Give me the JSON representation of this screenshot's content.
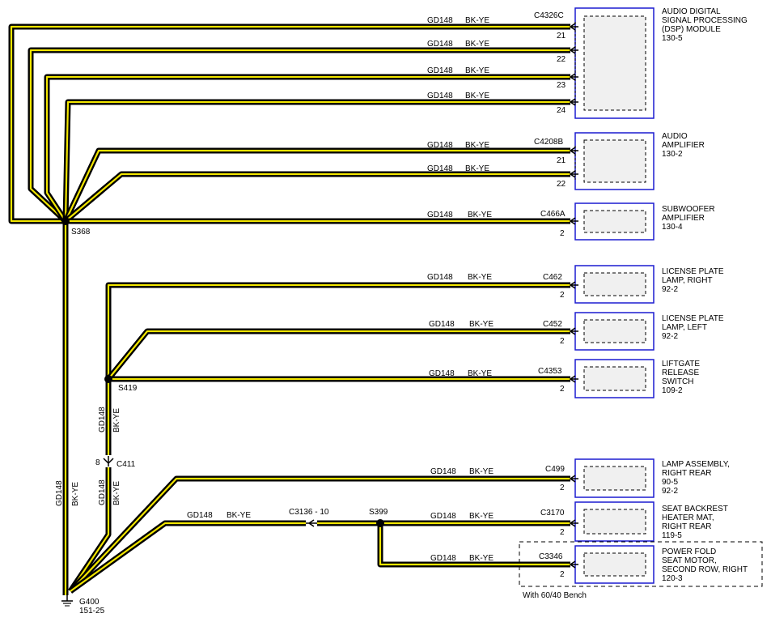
{
  "wire": {
    "circuit": "GD148",
    "color": "BK-YE",
    "outer_color": "#000000",
    "inner_color": "#f2e600"
  },
  "components": [
    {
      "id": "dsp",
      "lines": [
        "AUDIO DIGITAL",
        "SIGNAL PROCESSING",
        "(DSP) MODULE",
        "130-5"
      ],
      "connector": "C4326C",
      "pins": [
        "21",
        "22",
        "23",
        "24"
      ]
    },
    {
      "id": "amp",
      "lines": [
        "AUDIO",
        "AMPLIFIER",
        "130-2"
      ],
      "connector": "C4208B",
      "pins": [
        "21",
        "22"
      ]
    },
    {
      "id": "subwoofer",
      "lines": [
        "SUBWOOFER",
        "AMPLIFIER",
        "130-4"
      ],
      "connector": "C466A",
      "pins": [
        "2"
      ]
    },
    {
      "id": "lic-right",
      "lines": [
        "LICENSE PLATE",
        "LAMP, RIGHT",
        "92-2"
      ],
      "connector": "C462",
      "pins": [
        "2"
      ]
    },
    {
      "id": "lic-left",
      "lines": [
        "LICENSE PLATE",
        "LAMP, LEFT",
        "92-2"
      ],
      "connector": "C452",
      "pins": [
        "2"
      ]
    },
    {
      "id": "liftgate",
      "lines": [
        "LIFTGATE",
        "RELEASE",
        "SWITCH",
        "109-2"
      ],
      "connector": "C4353",
      "pins": [
        "2"
      ]
    },
    {
      "id": "lamp-rr",
      "lines": [
        "LAMP ASSEMBLY,",
        "RIGHT REAR",
        "90-5",
        "92-2"
      ],
      "connector": "C499",
      "pins": [
        "2"
      ]
    },
    {
      "id": "seat-heat",
      "lines": [
        "SEAT BACKREST",
        "HEATER MAT,",
        "RIGHT REAR",
        "119-5"
      ],
      "connector": "C3170",
      "pins": [
        "2"
      ]
    },
    {
      "id": "power-fold",
      "lines": [
        "POWER FOLD",
        "SEAT MOTOR,",
        "SECOND ROW, RIGHT",
        "120-3"
      ],
      "connector": "C3346",
      "pins": [
        "2"
      ]
    }
  ],
  "splices": {
    "s368": "S368",
    "s419": "S419",
    "s399": "S399"
  },
  "inline_connectors": {
    "c411": {
      "name": "C411",
      "pin": "8"
    },
    "c3136": {
      "name": "C3136 - 10"
    }
  },
  "ground": {
    "name": "G400",
    "ref": "151-25"
  },
  "option_note": "With 60/40 Bench"
}
